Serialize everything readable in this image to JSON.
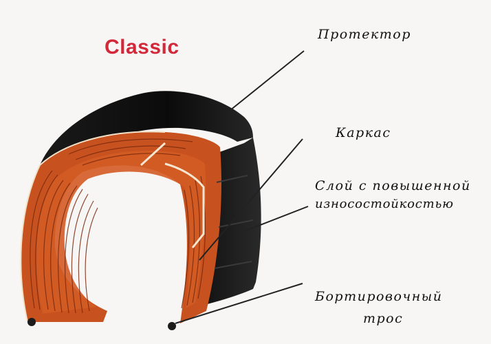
{
  "title": "Classic",
  "colors": {
    "title": "#d2283a",
    "tread": "#0d0d0d",
    "carcass": "#c8521f",
    "ply_lines": "#7a2a0e",
    "background": "#f7f6f4"
  },
  "labels": {
    "tread": "Протектор",
    "carcass": "Каркас",
    "wear_layer_line1": "Слой с повышенной",
    "wear_layer_line2": "износостойкостью",
    "bead_line1": "Бортировочный",
    "bead_line2": "трос"
  }
}
